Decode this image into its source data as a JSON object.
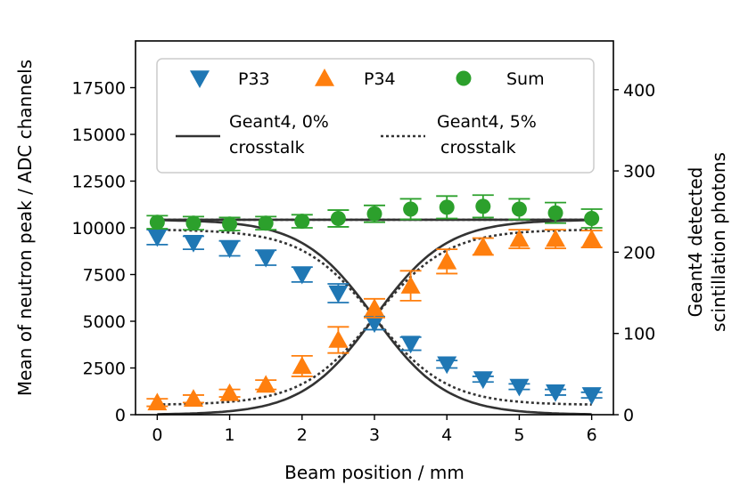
{
  "chart_data": {
    "type": "scatter",
    "xlabel": "Beam position / mm",
    "ylabel": "Mean of neutron peak / ADC channels",
    "y2label_lines": [
      "Geant4 detected",
      "scintillation photons"
    ],
    "xlim": [
      -0.3,
      6.3
    ],
    "ylim": [
      0,
      20000
    ],
    "y2lim": [
      0,
      460
    ],
    "x_ticks": [
      0,
      1,
      2,
      3,
      4,
      5,
      6
    ],
    "y_ticks": [
      0,
      2500,
      5000,
      7500,
      10000,
      12500,
      15000,
      17500
    ],
    "y2_ticks": [
      0,
      100,
      200,
      300,
      400
    ],
    "grid": false,
    "legend_position": "top",
    "colors": {
      "P33": "#1f77b4",
      "P34": "#ff7f0e",
      "Sum": "#2ca02c",
      "model": "#333333"
    },
    "x": [
      0,
      0.5,
      1,
      1.5,
      2,
      2.5,
      3,
      3.5,
      4,
      4.5,
      5,
      5.5,
      6
    ],
    "series": [
      {
        "name": "P33",
        "marker": "triangle-down",
        "values": [
          9500,
          9200,
          8900,
          8400,
          7500,
          6500,
          4900,
          3800,
          2700,
          1900,
          1500,
          1200,
          1050
        ],
        "err": [
          400,
          350,
          400,
          400,
          400,
          500,
          350,
          350,
          200,
          150,
          150,
          150,
          150
        ]
      },
      {
        "name": "P34",
        "marker": "triangle-up",
        "values": [
          650,
          850,
          1150,
          1600,
          2600,
          4000,
          5700,
          6900,
          8200,
          9000,
          9400,
          9400,
          9400
        ],
        "err": [
          200,
          200,
          200,
          250,
          550,
          700,
          500,
          800,
          650,
          450,
          500,
          500,
          450
        ]
      },
      {
        "name": "Sum",
        "marker": "circle",
        "values": [
          10300,
          10250,
          10200,
          10250,
          10350,
          10500,
          10750,
          11000,
          11100,
          11150,
          11000,
          10800,
          10500
        ],
        "err": [
          350,
          350,
          350,
          350,
          350,
          450,
          450,
          550,
          600,
          600,
          550,
          550,
          500
        ]
      }
    ],
    "lines": [
      {
        "name": "Geant4, 0% crosstalk",
        "legend_lines": [
          "Geant4, 0%",
          "crosstalk"
        ],
        "style": "solid",
        "axis": "y2",
        "center": 3.0,
        "width": 0.5,
        "total": 240,
        "lead_fraction": 0.0
      },
      {
        "name": "Geant4, 5% crosstalk",
        "legend_lines": [
          "Geant4, 5%",
          "crosstalk"
        ],
        "style": "dotted",
        "axis": "y2",
        "center": 3.0,
        "width": 0.5,
        "total": 240,
        "lead_fraction": 0.05
      }
    ]
  }
}
